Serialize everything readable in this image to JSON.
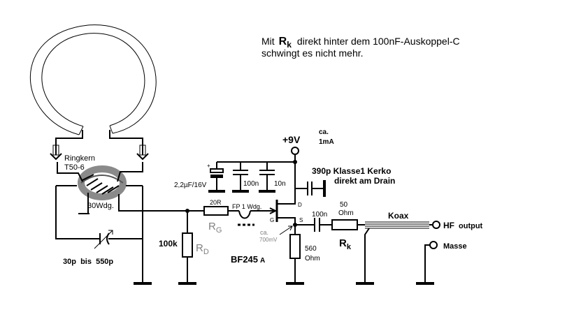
{
  "note": {
    "line1_prefix": "Mit",
    "line1_symbol": "R",
    "line1_symbol_sub": "k",
    "line1_suffix": "direkt hinter dem 100nF-Auskoppel-C",
    "line2": "schwingt es nicht mehr."
  },
  "supply": {
    "label": "+9V",
    "current_top": "ca.",
    "current_bottom": "1mA"
  },
  "toroid": {
    "label_line1": "Ringkern",
    "label_line2": "T50-6",
    "turns": "30Wdg."
  },
  "tuning_cap": {
    "label": "30p  bis  550p"
  },
  "decoupling": {
    "elko": "2,2µF/16V",
    "c1": "100n",
    "c2": "10n"
  },
  "drain_cap": {
    "label_line1": "390p Klasse1 Kerko",
    "label_line2": "direkt am Drain"
  },
  "gate_resistor": {
    "value": "20R",
    "symbol": "R",
    "symbol_sub": "G"
  },
  "ferrite": {
    "label": "FP 1 Wdg."
  },
  "gate_leak": {
    "value": "100k",
    "symbol": "R",
    "symbol_sub": "D"
  },
  "jfet": {
    "type": "BF245",
    "suffix": "A",
    "pin_d": "D",
    "pin_g": "G",
    "pin_s": "S"
  },
  "source_voltage": {
    "line1": "ca.",
    "line2": "700mV"
  },
  "source_resistor": {
    "value_line1": "560",
    "value_line2": "Ohm"
  },
  "coupling_cap": {
    "label": "100n"
  },
  "series_resistor": {
    "value_line1": "50",
    "value_line2": "Ohm",
    "symbol": "R",
    "symbol_sub": "k"
  },
  "coax": {
    "label": "Koax"
  },
  "outputs": {
    "hf": "HF",
    "hf_suffix": "output",
    "ground": "Masse"
  }
}
